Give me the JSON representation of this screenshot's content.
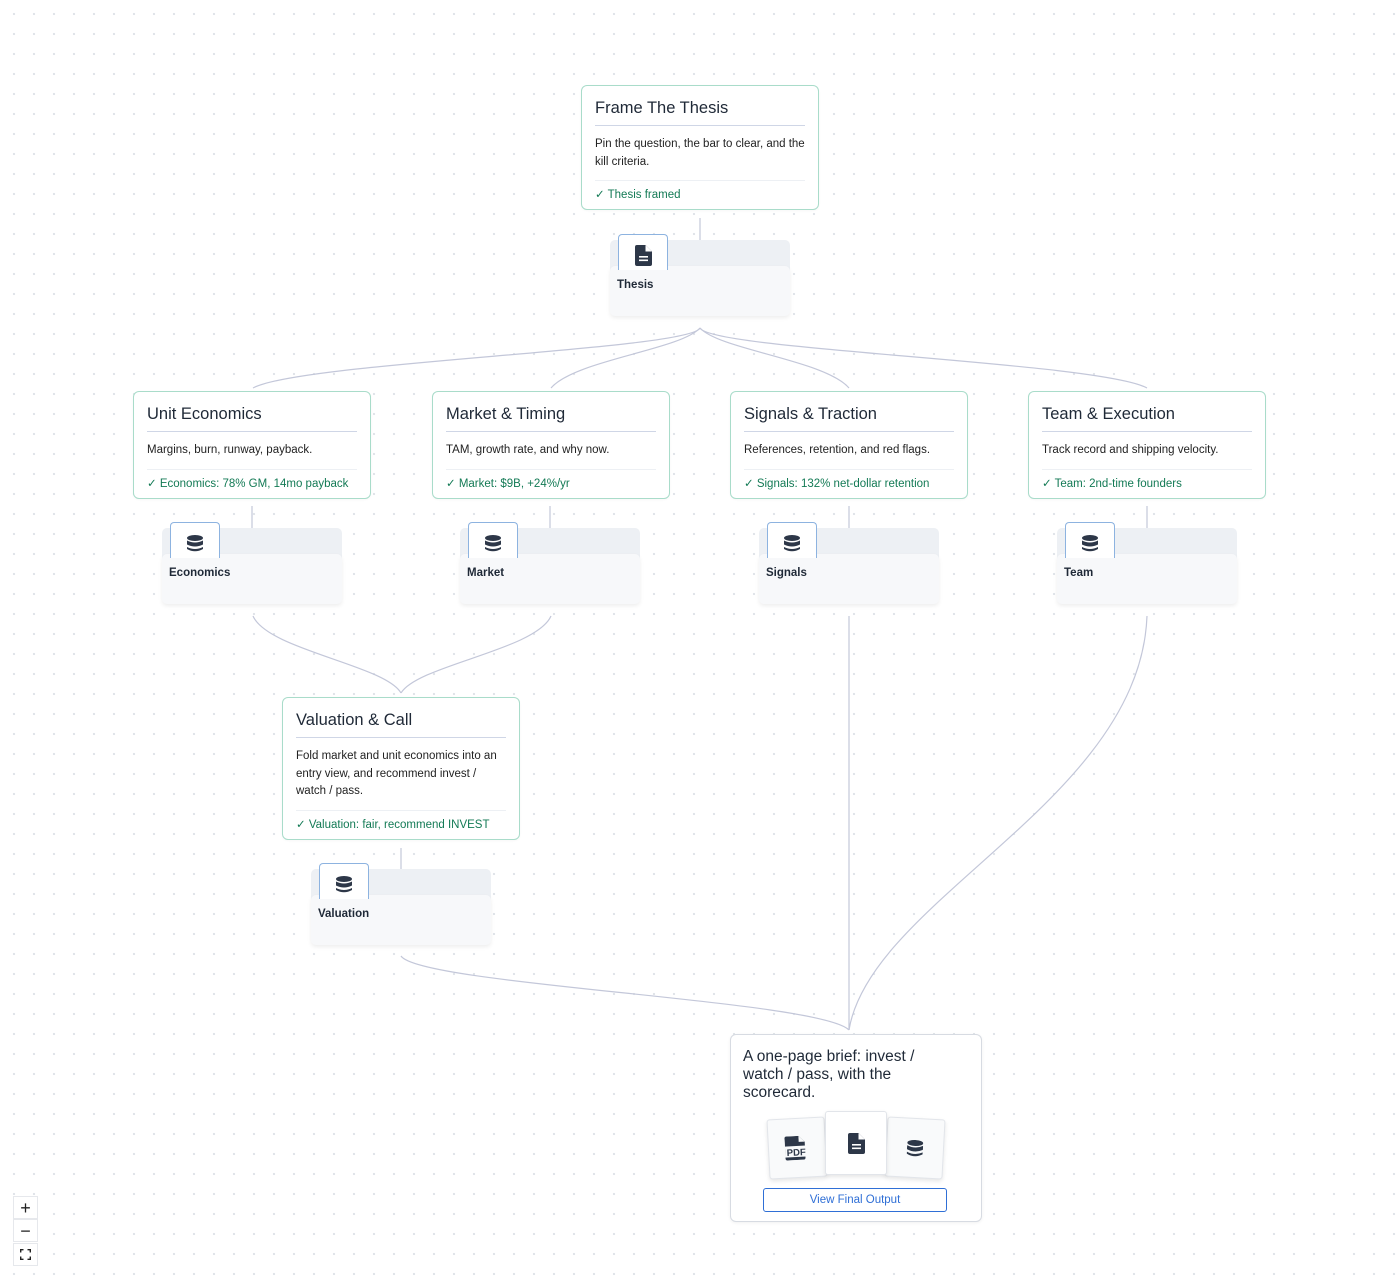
{
  "tasks": [
    {
      "title": "Frame The Thesis",
      "description": "Pin the question, the bar to clear, and the kill criteria.",
      "status": "✓ Thesis framed",
      "artifact": {
        "label": "Thesis",
        "icon": "document-icon"
      }
    },
    {
      "title": "Unit Economics",
      "description": "Margins, burn, runway, payback.",
      "status": "✓ Economics: 78% GM, 14mo payback",
      "artifact": {
        "label": "Economics",
        "icon": "database-icon"
      }
    },
    {
      "title": "Market & Timing",
      "description": "TAM, growth rate, and why now.",
      "status": "✓ Market: $9B, +24%/yr",
      "artifact": {
        "label": "Market",
        "icon": "database-icon"
      }
    },
    {
      "title": "Signals & Traction",
      "description": "References, retention, and red flags.",
      "status": "✓ Signals: 132% net-dollar retention",
      "artifact": {
        "label": "Signals",
        "icon": "database-icon"
      }
    },
    {
      "title": "Team & Execution",
      "description": "Track record and shipping velocity.",
      "status": "✓ Team: 2nd-time founders",
      "artifact": {
        "label": "Team",
        "icon": "database-icon"
      }
    },
    {
      "title": "Valuation & Call",
      "description": "Fold market and unit economics into an entry view, and recommend invest / watch / pass.",
      "status": "✓ Valuation: fair, recommend INVEST",
      "artifact": {
        "label": "Valuation",
        "icon": "database-icon"
      }
    }
  ],
  "final_output": {
    "title": "A one-page brief: invest / watch / pass, with the scorecard.",
    "pdf_text": "PDF",
    "icons": [
      "pdf-icon",
      "document-icon",
      "database-icon"
    ],
    "button_label": "View Final Output"
  },
  "controls": {
    "zoom_in": "+",
    "zoom_out": "−",
    "icons": [
      "zoom-in-icon",
      "zoom-out-icon",
      "fit-view-icon"
    ]
  },
  "colors": {
    "task_border": "#a9dcca",
    "status_text": "#137a55",
    "artifact_icon_border": "#8db3e0",
    "edge": "#c3c7d9",
    "button": "#2f6fd6"
  }
}
